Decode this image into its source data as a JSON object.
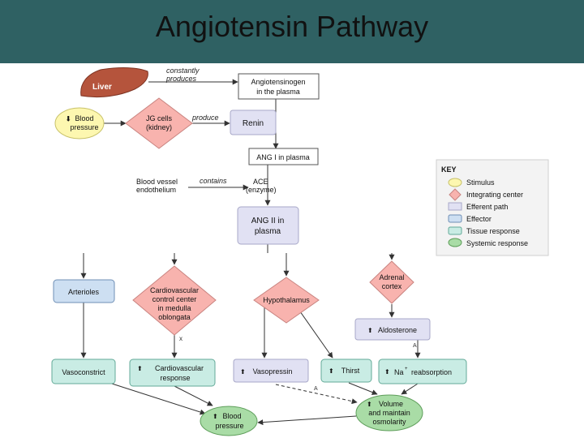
{
  "header": {
    "title": "Angiotensin Pathway"
  },
  "colors": {
    "header_bg": "#2f6163",
    "stimulus": "#fdf7b0",
    "integrating": "#f8b3ae",
    "efferent": "#e1e1f3",
    "effector": "#cddff2",
    "tissue": "#c9ece4",
    "systemic": "#a9dca6",
    "liver": "#b5543c"
  },
  "nodes": {
    "liver": "Liver",
    "constantly_produces": [
      "constantly",
      "produces"
    ],
    "angiotensinogen": [
      "Angiotensinogen",
      "in the plasma"
    ],
    "blood_pressure_stim": [
      "Blood",
      "pressure"
    ],
    "jg_cells": [
      "JG cells",
      "(kidney)"
    ],
    "produce": "produce",
    "renin": "Renin",
    "ang1": "ANG I in plasma",
    "blood_vessel": [
      "Blood vessel",
      "endothelium"
    ],
    "contains": "contains",
    "ace": [
      "ACE",
      "(enzyme)"
    ],
    "ang2": [
      "ANG II in",
      "plasma"
    ],
    "arterioles": "Arterioles",
    "cardio_center": [
      "Cardiovascular",
      "control center",
      "in medulla",
      "oblongata"
    ],
    "hypothalamus": "Hypothalamus",
    "adrenal": [
      "Adrenal",
      "cortex"
    ],
    "aldosterone": "Aldosterone",
    "vasoconstrict": "Vasoconstrict",
    "cardio_response": [
      "Cardiovascular",
      "response"
    ],
    "vasopressin": "Vasopressin",
    "thirst": "Thirst",
    "na_reabs": [
      "Na",
      "+",
      "reabsorption"
    ],
    "blood_pressure_out": [
      "Blood",
      "pressure"
    ],
    "volume": [
      "Volume",
      "and maintain",
      "osmolarity"
    ],
    "mark_x": "x",
    "mark_a1": "A",
    "mark_a2": "A",
    "up_arrow": "⬆"
  },
  "key": {
    "title": "KEY",
    "items": [
      "Stimulus",
      "Integrating center",
      "Efferent path",
      "Effector",
      "Tissue response",
      "Systemic response"
    ]
  }
}
